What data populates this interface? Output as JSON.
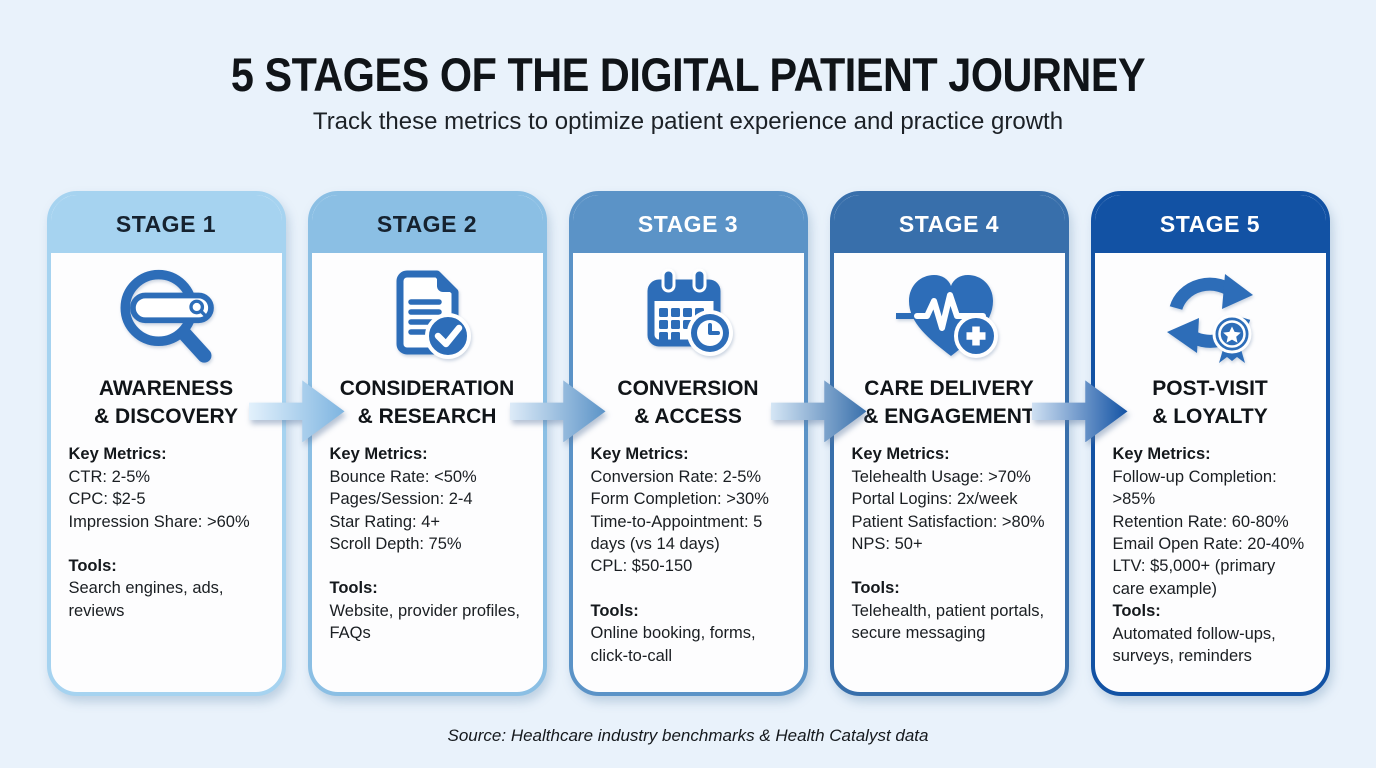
{
  "page": {
    "background": "#e9f2fb",
    "title": "5 STAGES OF THE DIGITAL PATIENT JOURNEY",
    "subtitle": "Track these metrics to optimize patient experience and practice growth",
    "source_note": "Source: Healthcare industry benchmarks & Health Catalyst data"
  },
  "labels": {
    "key_metrics": "Key Metrics:",
    "tools": "Tools:"
  },
  "icon_color": "#2d6db8",
  "stages": [
    {
      "stage_label": "STAGE 1",
      "color": "#a6d3f0",
      "header_text_color": "#16222f",
      "icon": "search-magnifier-icon",
      "title": "AWARENESS\n& DISCOVERY",
      "metrics": [
        "CTR: 2-5%",
        "CPC: $2-5",
        "Impression Share: >60%"
      ],
      "tools": "Search engines, ads, reviews"
    },
    {
      "stage_label": "STAGE 2",
      "color": "#8bbfe4",
      "header_text_color": "#16222f",
      "icon": "document-check-icon",
      "title": "CONSIDERATION\n& RESEARCH",
      "metrics": [
        "Bounce Rate: <50%",
        "Pages/Session: 2-4",
        "Star Rating: 4+",
        "Scroll Depth: 75%"
      ],
      "tools": "Website, provider profiles, FAQs"
    },
    {
      "stage_label": "STAGE 3",
      "color": "#5b93c7",
      "header_text_color": "#ffffff",
      "icon": "calendar-clock-icon",
      "title": "CONVERSION\n& ACCESS",
      "metrics": [
        "Conversion Rate: 2-5%",
        "Form Completion: >30%",
        "Time-to-Appointment: 5 days (vs 14 days)",
        "CPL: $50-150"
      ],
      "tools": "Online booking, forms, click-to-call"
    },
    {
      "stage_label": "STAGE 4",
      "color": "#386fab",
      "header_text_color": "#ffffff",
      "icon": "heart-pulse-plus-icon",
      "title": "CARE DELIVERY\n& ENGAGEMENT",
      "metrics": [
        "Telehealth Usage: >70%",
        "Portal Logins: 2x/week",
        "Patient Satisfaction: >80%",
        "NPS: 50+"
      ],
      "tools": "Telehealth, patient portals, secure messaging"
    },
    {
      "stage_label": "STAGE 5",
      "color": "#1252a4",
      "header_text_color": "#ffffff",
      "icon": "cycle-loyalty-badge-icon",
      "title": "POST-VISIT\n& LOYALTY",
      "metrics": [
        "Follow-up Completion: >85%",
        "Retention Rate: 60-80%",
        "Email Open Rate: 20-40%",
        "LTV: $5,000+ (primary care example)"
      ],
      "tools": "Automated follow-ups, surveys, reminders"
    }
  ],
  "arrows": [
    {
      "from": "#e3f1fc",
      "to": "#7db4e0"
    },
    {
      "from": "#ddebf8",
      "to": "#5b93c7"
    },
    {
      "from": "#d5e6f5",
      "to": "#386fab"
    },
    {
      "from": "#cfe0f2",
      "to": "#1252a4"
    }
  ]
}
